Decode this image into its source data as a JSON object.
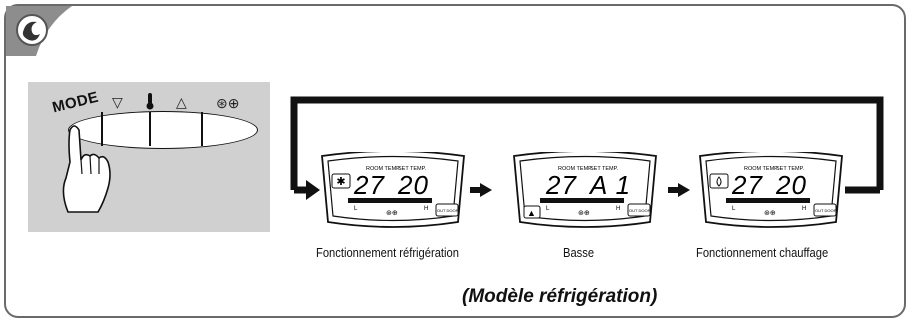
{
  "panel": {
    "mode_label": "MODE",
    "buttons": [
      {
        "symbol": "▽",
        "icon": "temp-down-icon"
      },
      {
        "symbol": "🌡",
        "icon": "thermometer-icon"
      },
      {
        "symbol": "△",
        "icon": "temp-up-icon"
      },
      {
        "symbol": "⊛⊕",
        "icon": "fan-speed-icon"
      }
    ]
  },
  "displays": [
    {
      "mode_icon": "snowflake-icon",
      "room_temp_label": "ROOM TEMP.",
      "set_temp_label": "SET TEMP.",
      "room_temp": "27",
      "set_temp": "20",
      "low_label": "L",
      "high_label": "H",
      "outdoor_label": "OUT DOOR",
      "caption": "Fonctionnement réfrigération"
    },
    {
      "mode_icon": "fan-icon",
      "room_temp_label": "ROOM TEMP.",
      "set_temp_label": "SET TEMP.",
      "room_temp": "27",
      "set_temp": "A 1",
      "low_label": "L",
      "high_label": "H",
      "outdoor_label": "OUT DOOR",
      "caption": "Basse"
    },
    {
      "mode_icon": "droplet-icon",
      "room_temp_label": "ROOM TEMP.",
      "set_temp_label": "SET TEMP.",
      "room_temp": "27",
      "set_temp": "20",
      "low_label": "L",
      "high_label": "H",
      "outdoor_label": "OUT DOOR",
      "caption": "Fonctionnement chauffage"
    }
  ],
  "footer": {
    "note": "(Modèle réfrigération)"
  }
}
